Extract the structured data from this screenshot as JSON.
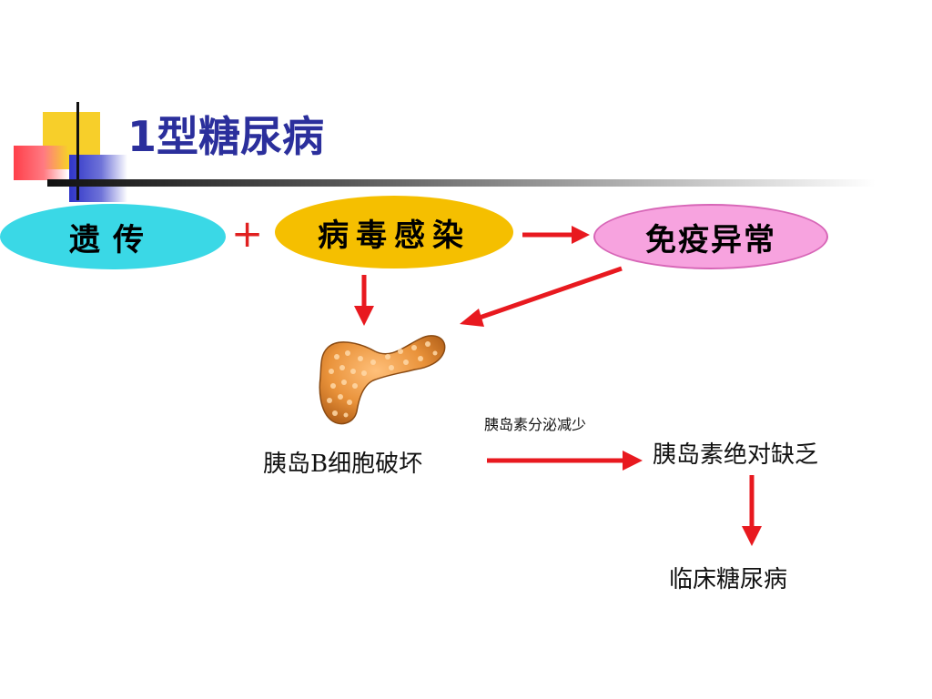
{
  "slide": {
    "title": "1型糖尿病"
  },
  "nodes": {
    "genetics": "遗传",
    "viral_infection": "病毒感染",
    "immune_abnormality": "免疫异常",
    "beta_cell_destruction": "胰岛B细胞破坏",
    "absolute_insulin_deficiency": "胰岛素绝对缺乏",
    "clinical_diabetes": "临床糖尿病"
  },
  "symbols": {
    "plus": "+"
  },
  "edge_labels": {
    "insulin_secretion_decrease": "胰岛素分泌减少"
  },
  "colors": {
    "title": "#2b2f9c",
    "genetics_oval": "#3ad8e6",
    "virus_oval": "#f5bf00",
    "immune_oval": "#f7a3df",
    "arrows": "#e8191f"
  },
  "icons": {
    "pancreas": "pancreas-illustration"
  }
}
